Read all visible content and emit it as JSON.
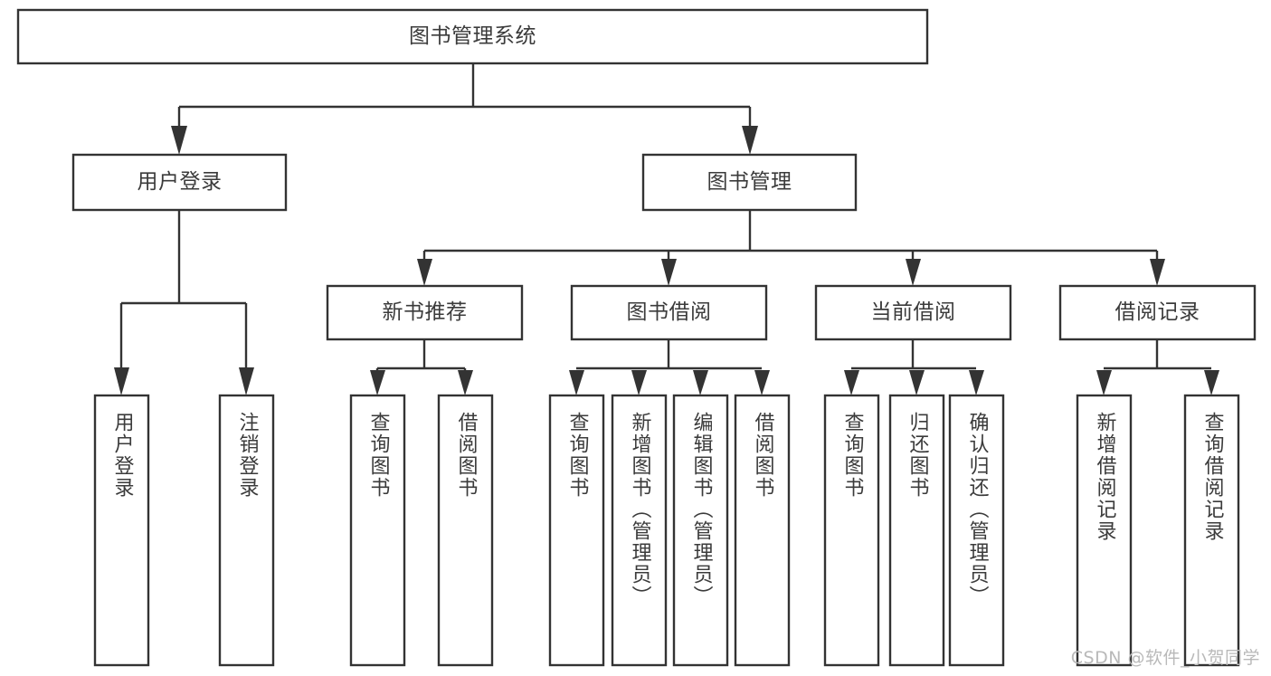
{
  "diagram": {
    "type": "tree",
    "title": "图书管理系统",
    "watermark": "CSDN @软件_小贺同学",
    "colors": {
      "stroke": "#333333",
      "box_fill": "#ffffff",
      "text": "#3b3b3b",
      "watermark": "#b9b9b9",
      "background": "#ffffff"
    },
    "root": {
      "label": "图书管理系统"
    },
    "level2": [
      {
        "label": "用户登录"
      },
      {
        "label": "图书管理"
      }
    ],
    "level3": [
      {
        "label": "新书推荐"
      },
      {
        "label": "图书借阅"
      },
      {
        "label": "当前借阅"
      },
      {
        "label": "借阅记录"
      }
    ],
    "leaves": {
      "user_login": [
        {
          "label": "用户登录"
        },
        {
          "label": "注销登录"
        }
      ],
      "new_book_recommend": [
        {
          "label": "查询图书"
        },
        {
          "label": "借阅图书"
        }
      ],
      "book_borrow": [
        {
          "label": "查询图书"
        },
        {
          "label": "新增图书（管理员）"
        },
        {
          "label": "编辑图书（管理员）"
        },
        {
          "label": "借阅图书"
        }
      ],
      "current_borrow": [
        {
          "label": "查询图书"
        },
        {
          "label": "归还图书"
        },
        {
          "label": "确认归还（管理员）"
        }
      ],
      "borrow_record": [
        {
          "label": "新增借阅记录"
        },
        {
          "label": "查询借阅记录"
        }
      ]
    }
  }
}
